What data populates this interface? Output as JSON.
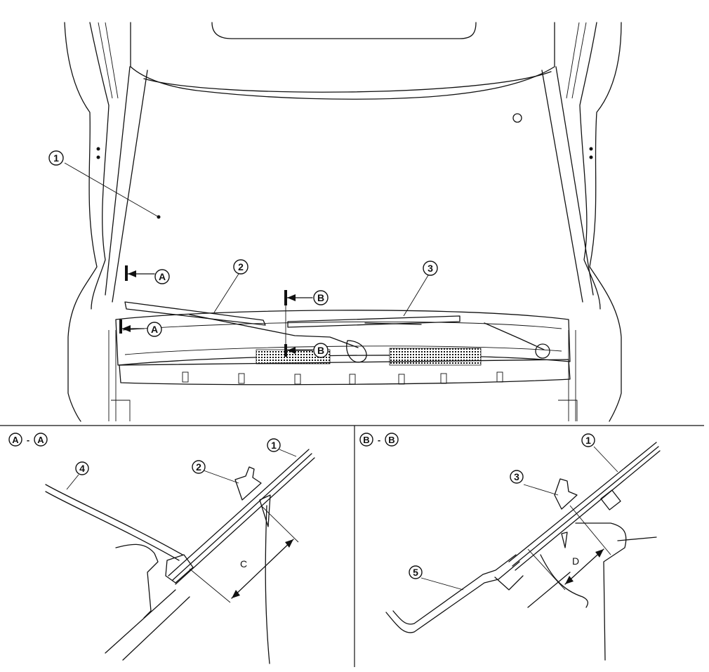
{
  "callouts": {
    "c1": "1",
    "c2": "2",
    "c3": "3",
    "c4": "4",
    "c5": "5"
  },
  "markers": {
    "a": "A",
    "b": "B"
  },
  "sections": {
    "aa": {
      "left": "A",
      "dash": "-",
      "right": "A"
    },
    "bb": {
      "left": "B",
      "dash": "-",
      "right": "B"
    }
  },
  "dimensions": {
    "c": "C",
    "d": "D"
  }
}
